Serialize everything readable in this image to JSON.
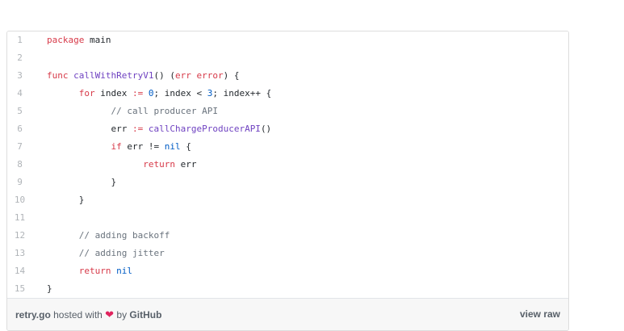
{
  "lines": [
    {
      "n": "1",
      "tokens": [
        {
          "t": "package",
          "c": "kw"
        },
        {
          "t": " main",
          "c": "tx"
        }
      ]
    },
    {
      "n": "2",
      "tokens": []
    },
    {
      "n": "3",
      "tokens": [
        {
          "t": "func ",
          "c": "kw"
        },
        {
          "t": "callWithRetryV1",
          "c": "fn"
        },
        {
          "t": "() (",
          "c": "tx"
        },
        {
          "t": "err",
          "c": "kw"
        },
        {
          "t": " ",
          "c": "tx"
        },
        {
          "t": "error",
          "c": "kw"
        },
        {
          "t": ") {",
          "c": "tx"
        }
      ]
    },
    {
      "n": "4",
      "tokens": [
        {
          "t": "\t",
          "c": "tx"
        },
        {
          "t": "for",
          "c": "kw"
        },
        {
          "t": " index ",
          "c": "tx"
        },
        {
          "t": ":=",
          "c": "kw"
        },
        {
          "t": " ",
          "c": "tx"
        },
        {
          "t": "0",
          "c": "nm"
        },
        {
          "t": "; index < ",
          "c": "tx"
        },
        {
          "t": "3",
          "c": "nm"
        },
        {
          "t": "; index++ {",
          "c": "tx"
        }
      ]
    },
    {
      "n": "5",
      "tokens": [
        {
          "t": "\t\t",
          "c": "tx"
        },
        {
          "t": "// call producer API",
          "c": "cm"
        }
      ]
    },
    {
      "n": "6",
      "tokens": [
        {
          "t": "\t\t",
          "c": "tx"
        },
        {
          "t": "err ",
          "c": "tx"
        },
        {
          "t": ":=",
          "c": "kw"
        },
        {
          "t": " ",
          "c": "tx"
        },
        {
          "t": "callChargeProducerAPI",
          "c": "fn"
        },
        {
          "t": "()",
          "c": "tx"
        }
      ]
    },
    {
      "n": "7",
      "tokens": [
        {
          "t": "\t\t",
          "c": "tx"
        },
        {
          "t": "if",
          "c": "kw"
        },
        {
          "t": " err != ",
          "c": "tx"
        },
        {
          "t": "nil",
          "c": "nm"
        },
        {
          "t": " {",
          "c": "tx"
        }
      ]
    },
    {
      "n": "8",
      "tokens": [
        {
          "t": "\t\t\t",
          "c": "tx"
        },
        {
          "t": "return",
          "c": "kw"
        },
        {
          "t": " err",
          "c": "tx"
        }
      ]
    },
    {
      "n": "9",
      "tokens": [
        {
          "t": "\t\t",
          "c": "tx"
        },
        {
          "t": "}",
          "c": "tx"
        }
      ]
    },
    {
      "n": "10",
      "tokens": [
        {
          "t": "\t",
          "c": "tx"
        },
        {
          "t": "}",
          "c": "tx"
        }
      ]
    },
    {
      "n": "11",
      "tokens": []
    },
    {
      "n": "12",
      "tokens": [
        {
          "t": "\t",
          "c": "tx"
        },
        {
          "t": "// adding backoff",
          "c": "cm"
        }
      ]
    },
    {
      "n": "13",
      "tokens": [
        {
          "t": "\t",
          "c": "tx"
        },
        {
          "t": "// adding jitter",
          "c": "cm"
        }
      ]
    },
    {
      "n": "14",
      "tokens": [
        {
          "t": "\t",
          "c": "tx"
        },
        {
          "t": "return",
          "c": "kw"
        },
        {
          "t": " ",
          "c": "tx"
        },
        {
          "t": "nil",
          "c": "nm"
        }
      ]
    },
    {
      "n": "15",
      "tokens": [
        {
          "t": "}",
          "c": "tx"
        }
      ]
    }
  ],
  "footer": {
    "filename": "retry.go",
    "hosted_with": " hosted with ",
    "heart": "❤",
    "by": " by ",
    "github": "GitHub",
    "view_raw": "view raw"
  }
}
